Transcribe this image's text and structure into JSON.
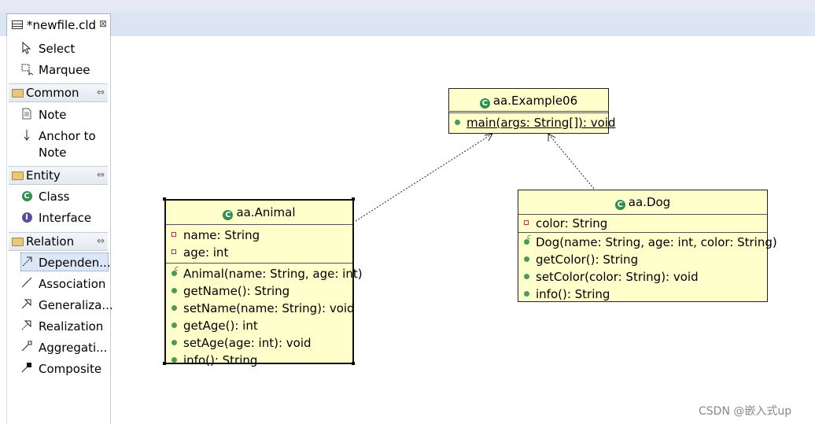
{
  "editor_tab": {
    "title": "*newfile.cld",
    "close_glyph": "⊠",
    "icon": "class-diagram-file-icon"
  },
  "palette": {
    "tools": [
      {
        "label": "Select",
        "icon": "select-arrow-icon"
      },
      {
        "label": "Marquee",
        "icon": "marquee-icon"
      }
    ],
    "drawers": [
      {
        "label": "Common",
        "pin": "⇔",
        "items": [
          {
            "label": "Note",
            "icon": "note-icon"
          },
          {
            "label": "Anchor to",
            "label2": "Note",
            "icon": "anchor-arrow-icon"
          }
        ]
      },
      {
        "label": "Entity",
        "pin": "⇔",
        "items": [
          {
            "label": "Class",
            "icon": "class-icon"
          },
          {
            "label": "Interface",
            "icon": "interface-icon"
          }
        ]
      },
      {
        "label": "Relation",
        "pin": "⇔",
        "items": [
          {
            "label": "Dependen...",
            "icon": "dependency-icon",
            "selected": true
          },
          {
            "label": "Association",
            "icon": "association-icon"
          },
          {
            "label": "Generaliza...",
            "icon": "generalization-icon"
          },
          {
            "label": "Realization",
            "icon": "realization-icon"
          },
          {
            "label": "Aggregati...",
            "icon": "aggregation-icon"
          },
          {
            "label": "Composite",
            "icon": "composite-icon"
          }
        ]
      }
    ]
  },
  "diagram": {
    "example06": {
      "name": "aa.Example06",
      "attributes": [],
      "methods": [
        {
          "text": "main(args: String[]): void",
          "static": true,
          "visibility": "public"
        }
      ]
    },
    "animal": {
      "name": "aa.Animal",
      "attributes": [
        {
          "text": "name: String",
          "visibility": "private"
        },
        {
          "text": "age: int",
          "visibility": "private"
        }
      ],
      "methods": [
        {
          "text": "Animal(name: String, age: int)",
          "visibility": "constructor"
        },
        {
          "text": "getName(): String",
          "visibility": "public"
        },
        {
          "text": "setName(name: String): void",
          "visibility": "public"
        },
        {
          "text": "getAge(): int",
          "visibility": "public"
        },
        {
          "text": "setAge(age: int): void",
          "visibility": "public"
        },
        {
          "text": "info(): String",
          "visibility": "public"
        }
      ]
    },
    "dog": {
      "name": "aa.Dog",
      "attributes": [
        {
          "text": "color: String",
          "visibility": "private"
        }
      ],
      "methods": [
        {
          "text": "Dog(name: String, age: int, color: String)",
          "visibility": "constructor"
        },
        {
          "text": "getColor(): String",
          "visibility": "public"
        },
        {
          "text": "setColor(color: String): void",
          "visibility": "public"
        },
        {
          "text": "info(): String",
          "visibility": "public"
        }
      ]
    },
    "relations": [
      {
        "type": "dependency",
        "from": "aa.Animal",
        "to": "aa.Example06"
      },
      {
        "type": "dependency",
        "from": "aa.Dog",
        "to": "aa.Example06"
      }
    ]
  },
  "watermark": "CSDN @嵌入式up",
  "colors": {
    "class_fill": "#ffffcc",
    "tab_strip": "#dce6f3",
    "selected_tool": "#dbe7f7",
    "public_marker": "#4a9a5c",
    "private_marker": "#c03030"
  }
}
